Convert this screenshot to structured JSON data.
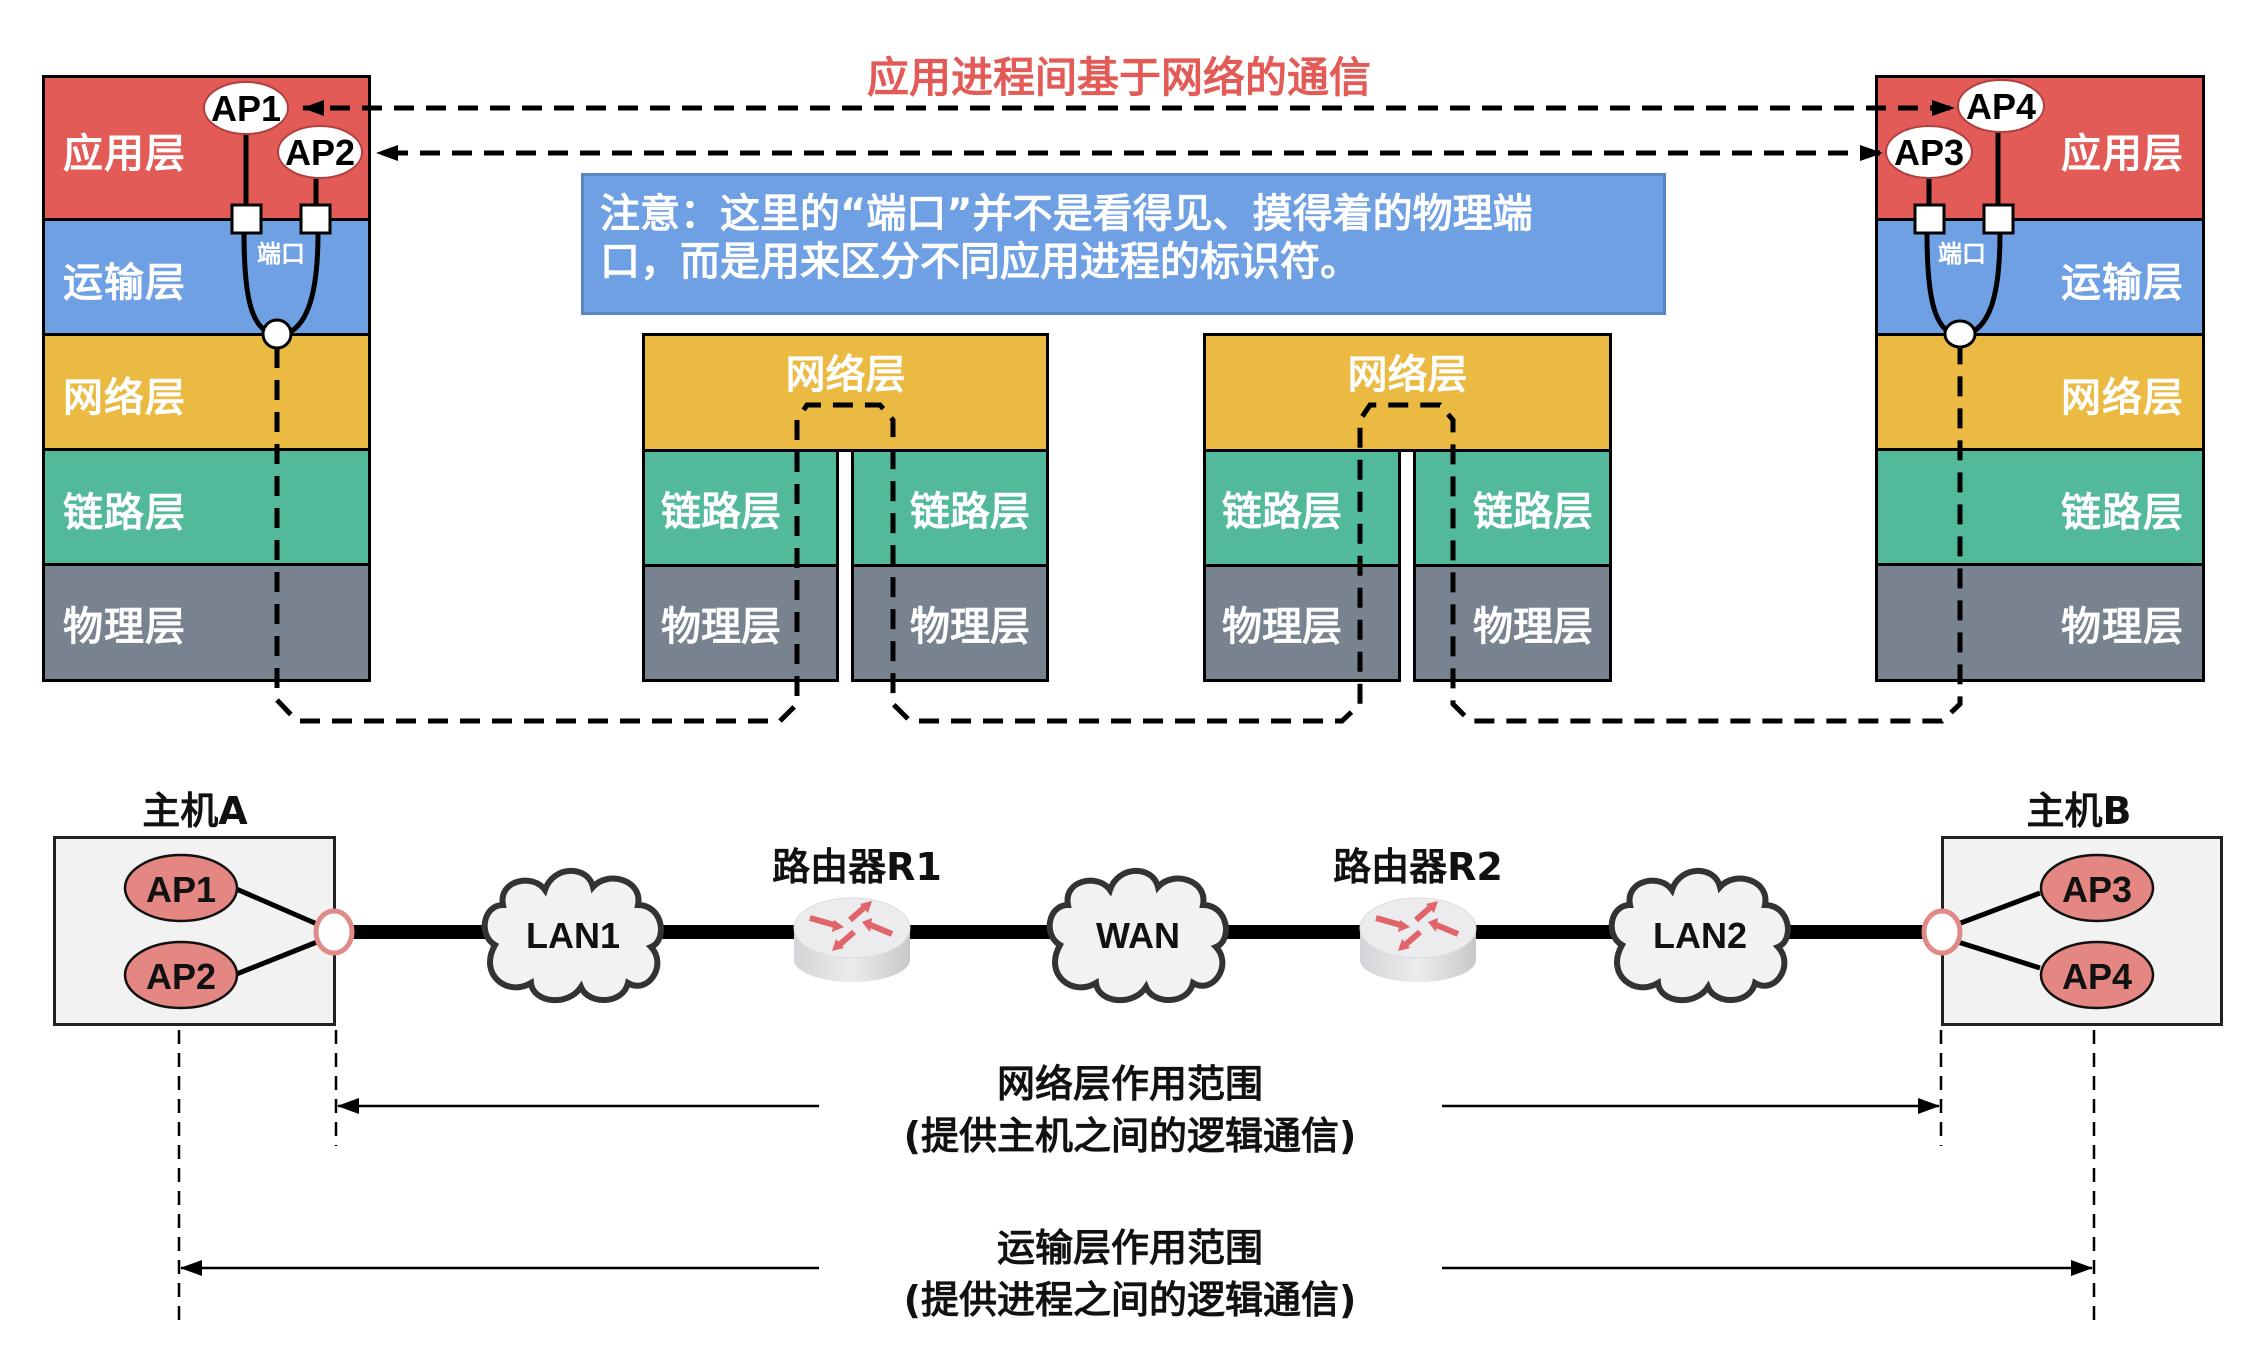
{
  "title": "应用进程间基于网络的通信",
  "note": {
    "line1": "注意：这里的“端口”并不是看得见、摸得着的物理端",
    "line2": "口，而是用来区分不同应用进程的标识符。"
  },
  "layers": {
    "app": "应用层",
    "transport": "运输层",
    "network": "网络层",
    "link": "链路层",
    "physical": "物理层"
  },
  "port_label": "端口",
  "host_a": {
    "label": "主机A",
    "processes": [
      "AP1",
      "AP2"
    ]
  },
  "host_b": {
    "label": "主机B",
    "processes": [
      "AP3",
      "AP4"
    ]
  },
  "routers": [
    {
      "label": "路由器R1"
    },
    {
      "label": "路由器R2"
    }
  ],
  "networks": [
    "LAN1",
    "WAN",
    "LAN2"
  ],
  "scopes": {
    "network": {
      "line1": "网络层作用范围",
      "line2": "(提供主机之间的逻辑通信)"
    },
    "transport": {
      "line1": "运输层作用范围",
      "line2": "(提供进程之间的逻辑通信)"
    }
  },
  "colors": {
    "application": "#e35b57",
    "transport": "#6ea0e3",
    "network": "#ebba43",
    "link": "#52b99b",
    "physical": "#78838f",
    "process": "#e48783"
  }
}
